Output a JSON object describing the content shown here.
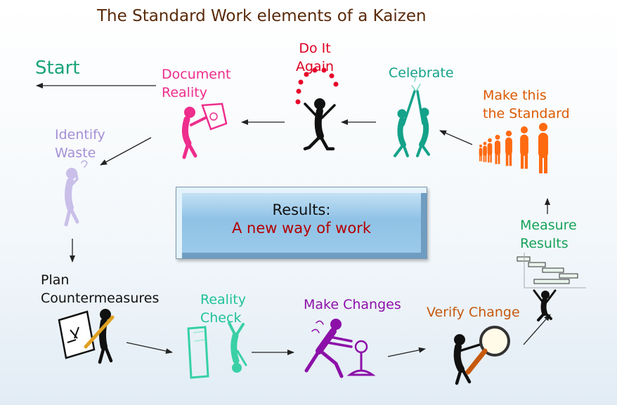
{
  "title": "The Standard Work elements of a Kaizen",
  "steps": {
    "start": "Start",
    "document_reality": "Document\nReality",
    "do_it_again": "Do It\nAgain",
    "celebrate": "Celebrate",
    "make_standard": "Make this\nthe Standard",
    "identify_waste": "Identify\nWaste",
    "plan_countermeasures": "Plan\nCountermeasures",
    "reality_check": "Reality\nCheck",
    "make_changes": "Make Changes",
    "verify_change": "Verify Change",
    "measure_results": "Measure\nResults"
  },
  "center": {
    "line1": "Results:",
    "line2": "A new way of work"
  },
  "colors": {
    "start": "#1aa37a",
    "document_reality": "#ee2d8c",
    "do_it_again": "#dd0022",
    "celebrate": "#14a28a",
    "make_standard": "#dd5a00",
    "identify_waste": "#a58fd6",
    "plan_countermeasures": "#111111",
    "reality_check": "#20c29a",
    "make_changes": "#8c10a8",
    "verify_change": "#c6590e",
    "measure_results": "#16a25a"
  }
}
